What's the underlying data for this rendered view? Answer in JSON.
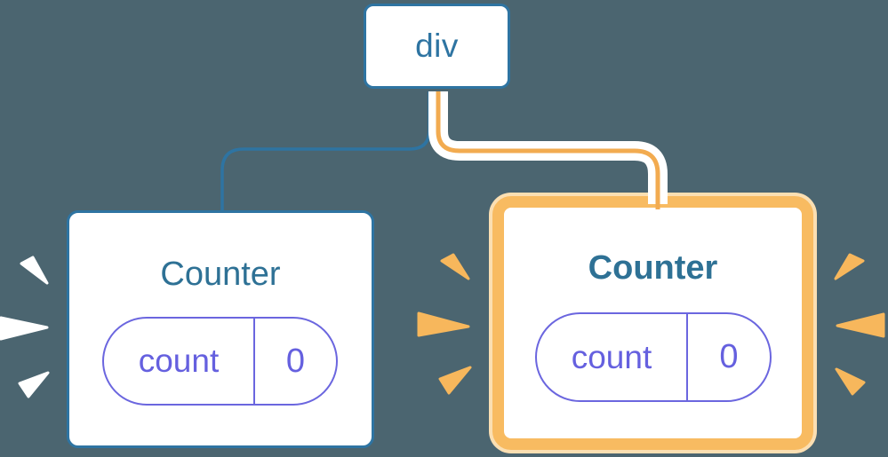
{
  "diagram": {
    "root": {
      "label": "div"
    },
    "left_counter": {
      "title": "Counter",
      "state_key": "count",
      "state_value": "0"
    },
    "right_counter": {
      "title": "Counter",
      "state_key": "count",
      "state_value": "0"
    }
  },
  "colors": {
    "background": "#4B6570",
    "blue": "#2E74A2",
    "title_blue": "#2E7195",
    "purple_text": "#6560DF",
    "purple_border": "#6B66DF",
    "orange_band": "#F8BB61",
    "orange_light": "#FBDFB2",
    "orange_line": "#F2AB50",
    "orange_burst": "#F7B75C",
    "card_bg": "#FFFFFF"
  }
}
